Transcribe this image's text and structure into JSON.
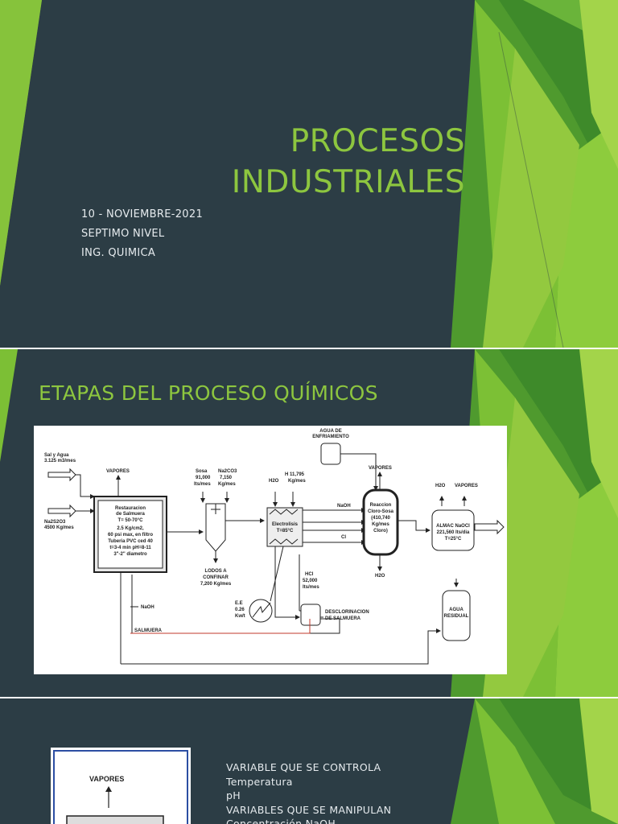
{
  "slide1": {
    "title_lines": [
      "PROCESOS",
      "INDUSTRIALES"
    ],
    "subtitle_lines": [
      "10 - NOVIEMBRE-2021",
      "SEPTIMO NIVEL",
      "ING. QUIMICA"
    ]
  },
  "slide2": {
    "title": "ETAPAS DEL PROCESO QUÍMICOS",
    "diagram": {
      "feed_sal": [
        "Sal y Agua",
        "3.125 m3/mes"
      ],
      "feed_na2s2o3": [
        "Na2S2O3",
        "4500 Kg/mes"
      ],
      "vapores": "VAPORES",
      "restauracion": [
        "Restauracion",
        "de Salmuera",
        "T= 50-70°C",
        "2.5 Kg/cm2,",
        "60 psi max, en filtro",
        "Tuberia PVC ced 40",
        "t=3-4 min pH=8-11",
        "3\"-2\" diametro"
      ],
      "sosa": [
        "Sosa",
        "91,000",
        "lts/mes"
      ],
      "na2co3": [
        "Na2CO3",
        "7,150",
        "Kg/mes"
      ],
      "lodos": [
        "LODOS A",
        "CONFINAR",
        "7,200 Kg/mes"
      ],
      "h2o": "H2O",
      "h_flow": [
        "H 11,795",
        "Kg/mes"
      ],
      "agua_enfriamiento": [
        "AGUA DE",
        "ENFRIAMIENTO"
      ],
      "electrolisis": [
        "Electrolisis",
        "T=85°C"
      ],
      "naoh": "NaOH",
      "cl": "Cl",
      "reaccion": [
        "Reaccion",
        "Cloro-Sosa",
        "(410,740",
        "Kg/mes",
        "Cloro)"
      ],
      "vapores2": "VAPORES",
      "h2o_bottom": "H2O",
      "almac_h2o": "H2O",
      "almac_vapores": "VAPORES",
      "almac": [
        "ALMAC NaOCl",
        "221,560 lts/dia",
        "T=25°C"
      ],
      "hcl": [
        "HCl",
        "52,000",
        "lts/mes"
      ],
      "ee": [
        "E.E",
        "0.26",
        "Kw/t"
      ],
      "descloracion": [
        "DESCLORINACION",
        "DE SALMUERA"
      ],
      "agua_residual": [
        "AGUA",
        "RESIDUAL"
      ],
      "naoh_left": "NaOH",
      "salmuera": "SALMUERA"
    }
  },
  "slide3": {
    "thumb_label": "VAPORES",
    "lines": [
      "VARIABLE QUE SE CONTROLA",
      "Temperatura",
      "pH",
      "VARIABLES QUE SE MANIPULAN",
      "Concentración NaOH"
    ]
  }
}
